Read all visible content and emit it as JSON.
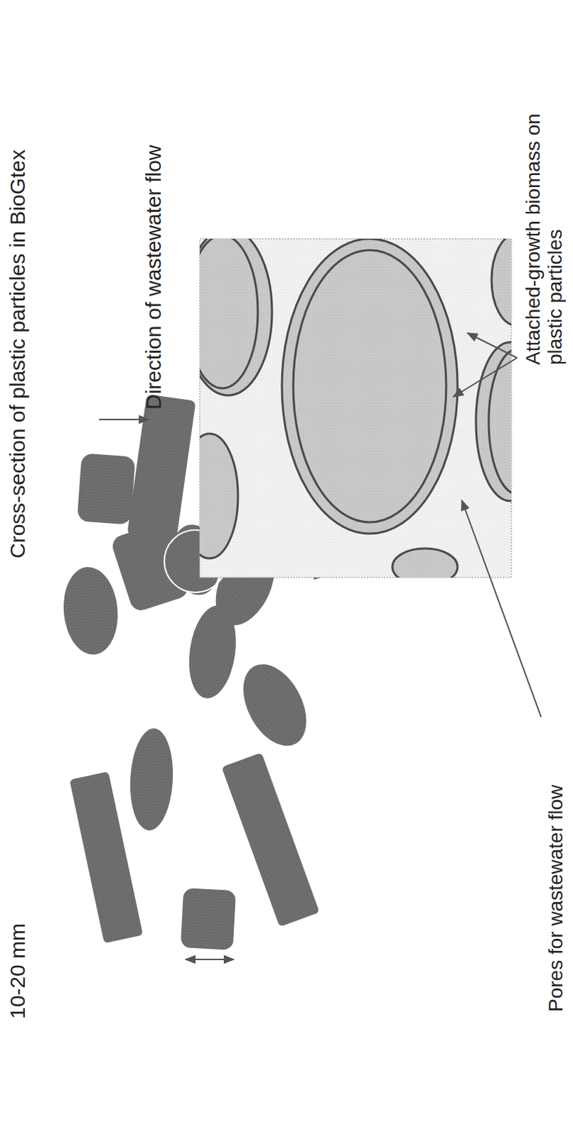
{
  "diagram": {
    "title": "Cross-section of plastic particles in BioGtex",
    "labels": [
      "Direction of wastewater flow",
      "10-20 mm",
      "Attached-growth biomass on plastic particles",
      "Pores for wastewater flow"
    ]
  }
}
